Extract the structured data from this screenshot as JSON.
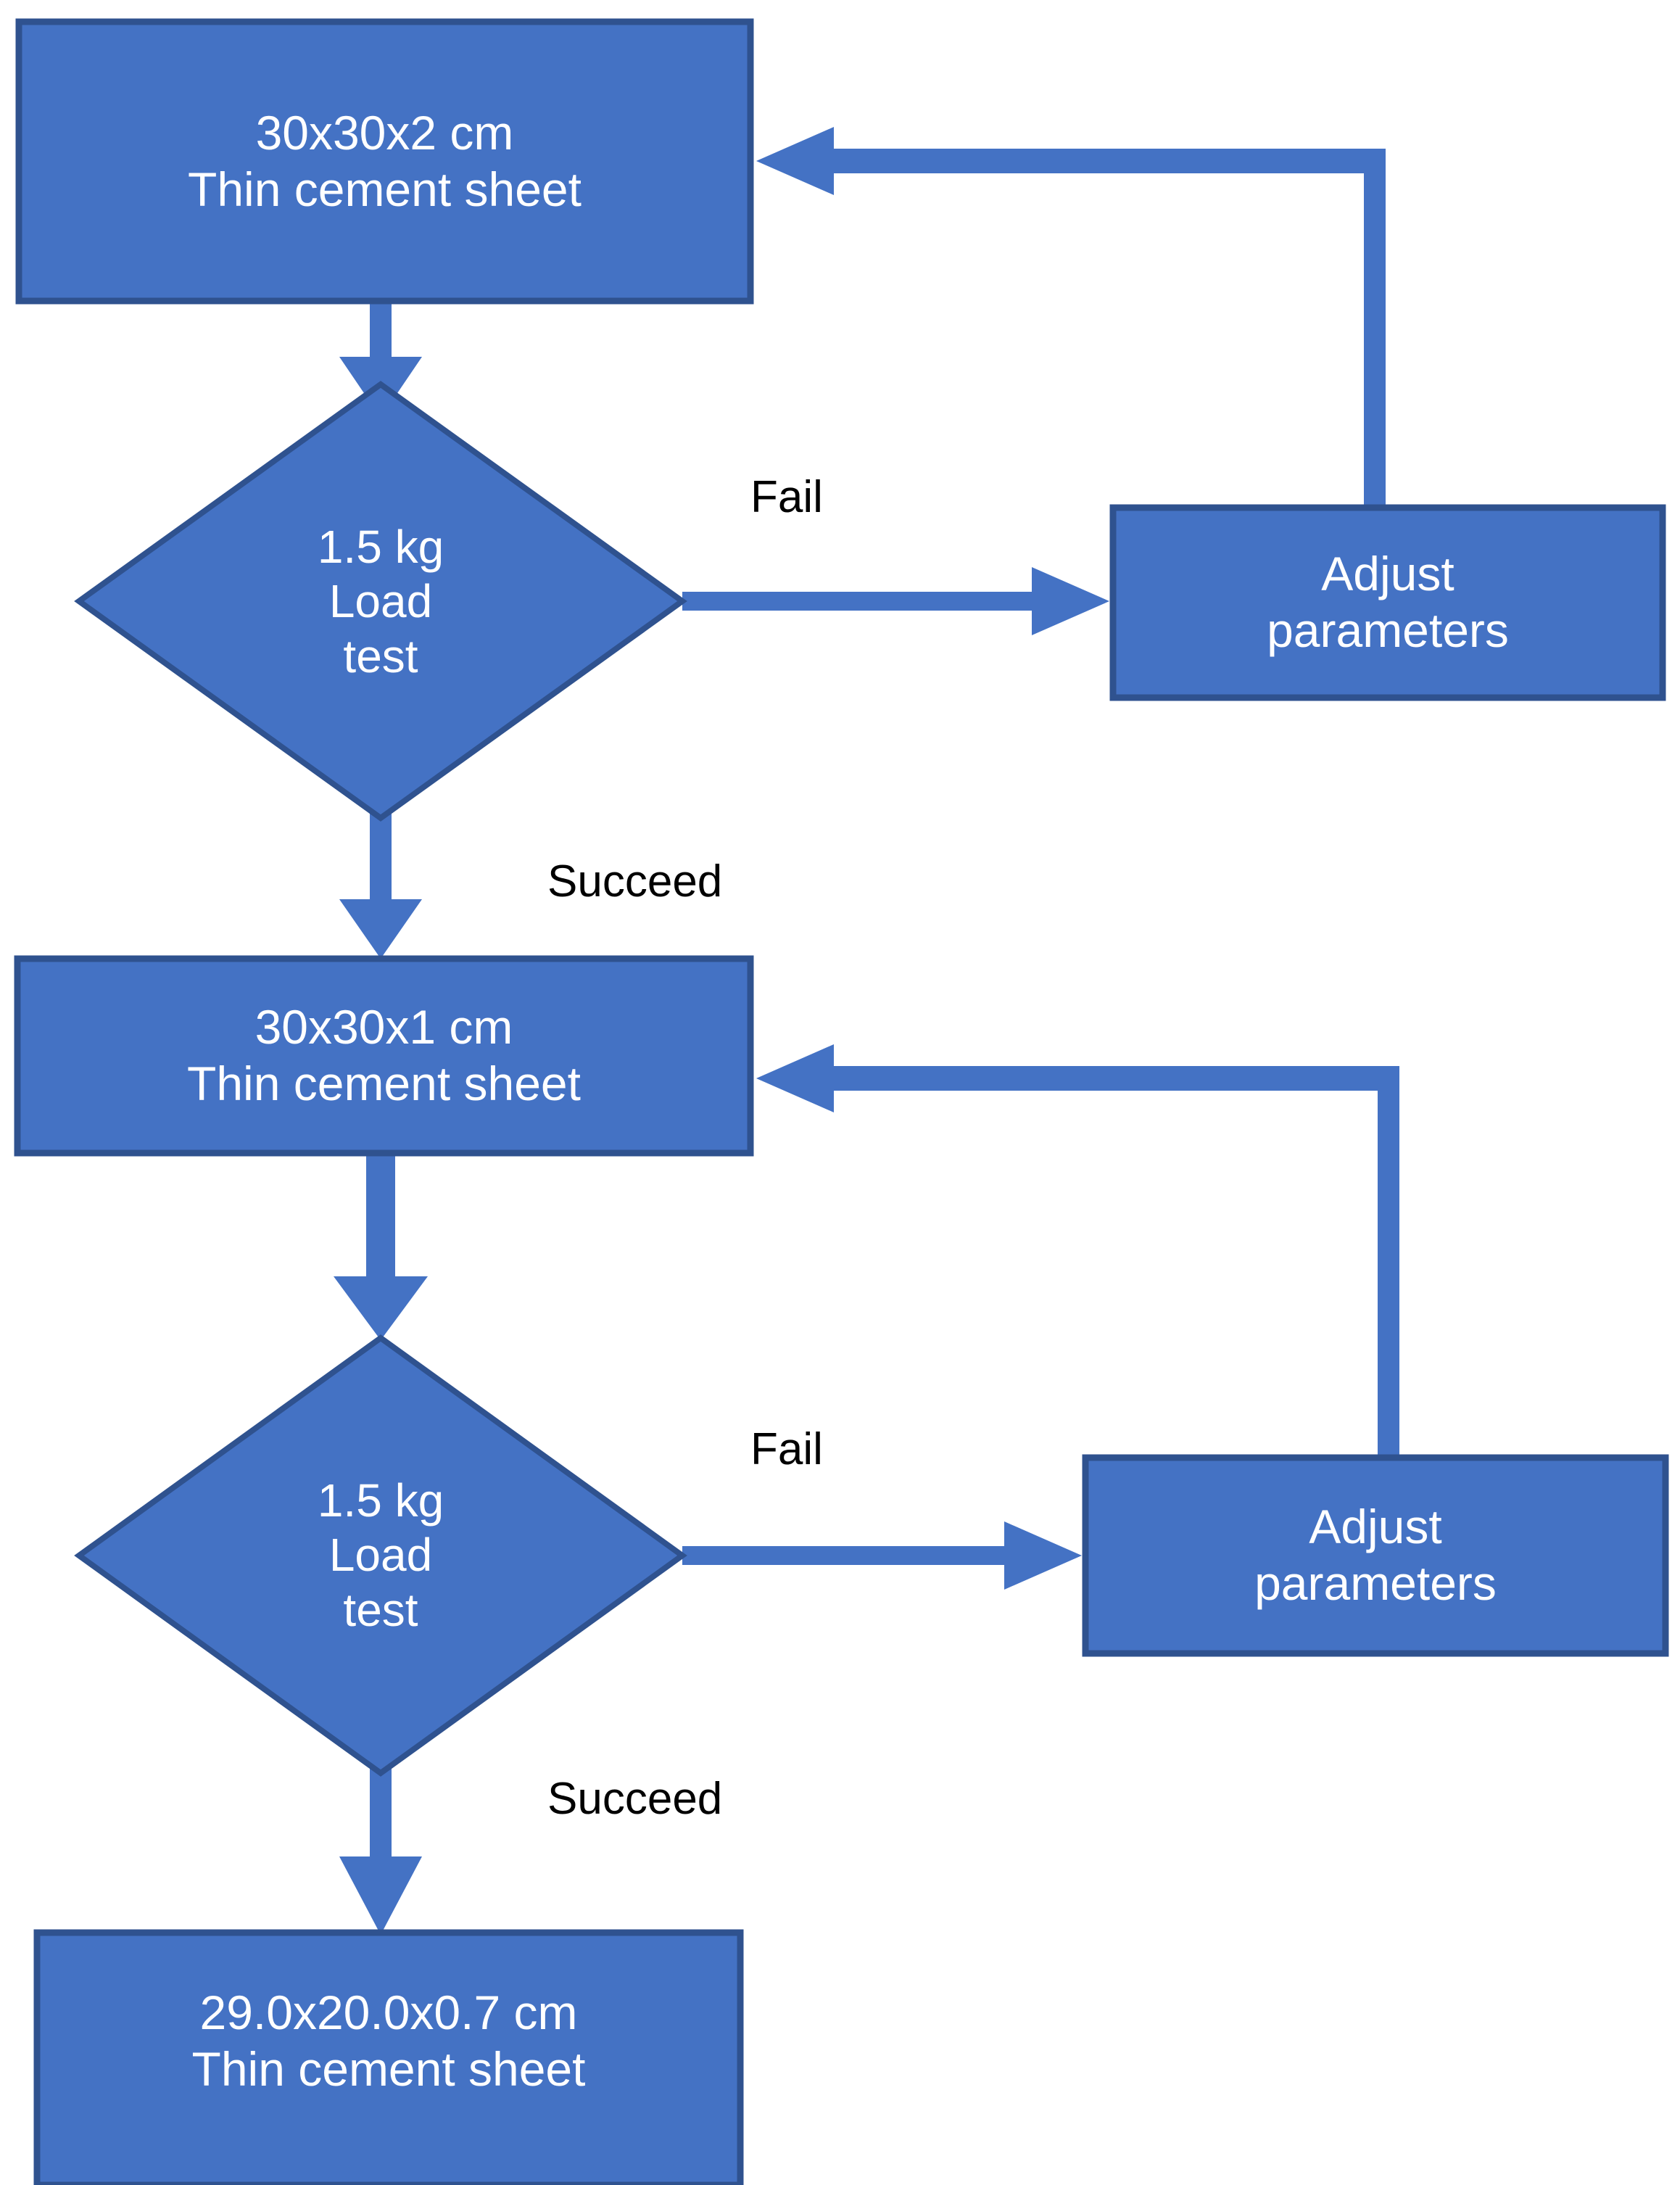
{
  "diagram": {
    "title": "Thin cement sheet iterative load-test flowchart",
    "type": "flowchart",
    "colors": {
      "node_fill": "#4472C4",
      "node_border": "#2F528F",
      "node_text": "#FFFFFF",
      "connector": "#4472C4",
      "edge_label_text": "#000000",
      "background": "#FFFFFF"
    },
    "nodes": [
      {
        "id": "sheet-2cm",
        "shape": "rectangle",
        "lines": [
          "30x30x2 cm",
          "Thin cement sheet"
        ]
      },
      {
        "id": "load-test-1",
        "shape": "diamond",
        "lines": [
          "1.5 kg",
          "Load",
          "test"
        ]
      },
      {
        "id": "adjust-parameters-1",
        "shape": "rectangle",
        "lines": [
          "Adjust",
          "parameters"
        ]
      },
      {
        "id": "sheet-1cm",
        "shape": "rectangle",
        "lines": [
          "30x30x1 cm",
          "Thin cement sheet"
        ]
      },
      {
        "id": "load-test-2",
        "shape": "diamond",
        "lines": [
          "1.5 kg",
          "Load",
          "test"
        ]
      },
      {
        "id": "adjust-parameters-2",
        "shape": "rectangle",
        "lines": [
          "Adjust",
          "parameters"
        ]
      },
      {
        "id": "sheet-final",
        "shape": "rectangle",
        "lines": [
          "29.0x20.0x0.7 cm",
          "Thin cement sheet"
        ]
      }
    ],
    "edges": [
      {
        "id": "edge-sheet2-to-test1",
        "from": "sheet-2cm",
        "to": "load-test-1",
        "label": ""
      },
      {
        "id": "edge-test1-fail",
        "from": "load-test-1",
        "to": "adjust-parameters-1",
        "label": "Fail"
      },
      {
        "id": "edge-adjust1-feedback",
        "from": "adjust-parameters-1",
        "to": "sheet-2cm",
        "label": ""
      },
      {
        "id": "edge-test1-succeed",
        "from": "load-test-1",
        "to": "sheet-1cm",
        "label": "Succeed"
      },
      {
        "id": "edge-sheet1-to-test2",
        "from": "sheet-1cm",
        "to": "load-test-2",
        "label": ""
      },
      {
        "id": "edge-test2-fail",
        "from": "load-test-2",
        "to": "adjust-parameters-2",
        "label": "Fail"
      },
      {
        "id": "edge-adjust2-feedback",
        "from": "adjust-parameters-2",
        "to": "sheet-1cm",
        "label": ""
      },
      {
        "id": "edge-test2-succeed",
        "from": "load-test-2",
        "to": "sheet-final",
        "label": "Succeed"
      }
    ]
  }
}
